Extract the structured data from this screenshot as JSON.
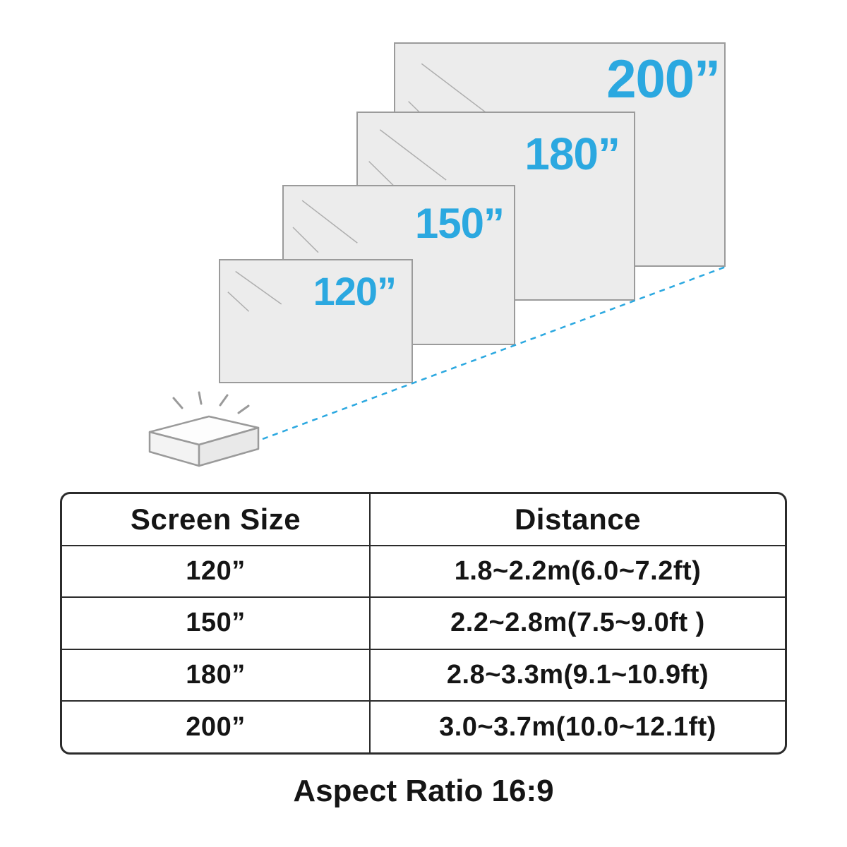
{
  "diagram": {
    "accent_color": "#2BA8E0",
    "screens": [
      {
        "id": "120",
        "label": "120”"
      },
      {
        "id": "150",
        "label": "150”"
      },
      {
        "id": "180",
        "label": "180”"
      },
      {
        "id": "200",
        "label": "200”"
      }
    ]
  },
  "table": {
    "headers": [
      "Screen Size",
      "Distance"
    ],
    "rows": [
      {
        "size": "120”",
        "distance": "1.8~2.2m(6.0~7.2ft)"
      },
      {
        "size": "150”",
        "distance": "2.2~2.8m(7.5~9.0ft )"
      },
      {
        "size": "180”",
        "distance": "2.8~3.3m(9.1~10.9ft)"
      },
      {
        "size": "200”",
        "distance": "3.0~3.7m(10.0~12.1ft)"
      }
    ]
  },
  "footer": {
    "caption": "Aspect Ratio 16:9"
  }
}
